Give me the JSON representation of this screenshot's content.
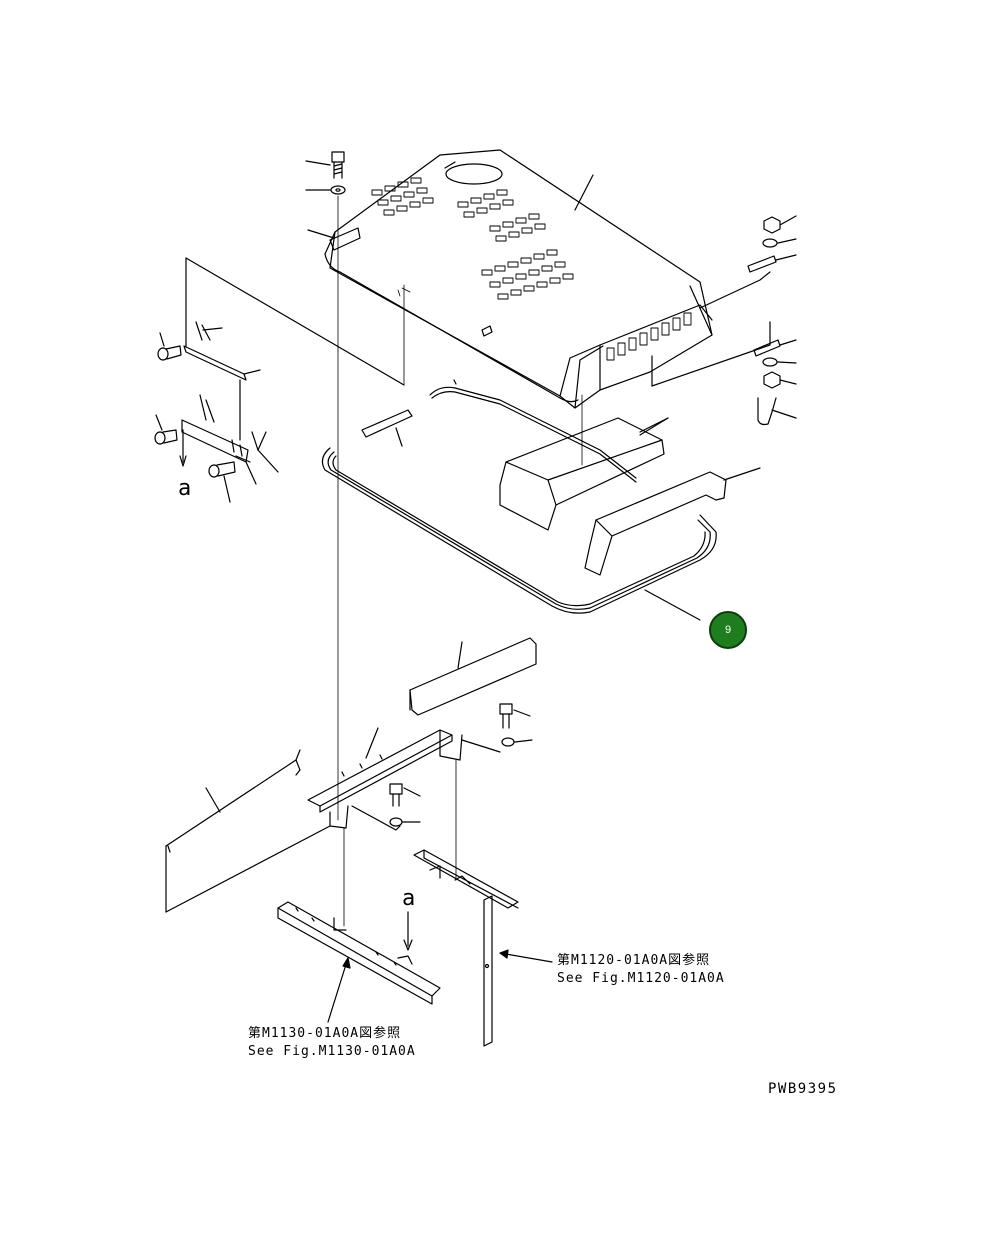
{
  "callout": {
    "number": "9",
    "color": "#1e7e1e"
  },
  "view_marks": {
    "upper": "a",
    "lower": "a"
  },
  "references": {
    "right_jp": "第M1120-01A0A図参照",
    "right_en": "See Fig.M1120-01A0A",
    "left_jp": "第M1130-01A0A図参照",
    "left_en": "See Fig.M1130-01A0A"
  },
  "drawing_code": "PWB9395"
}
